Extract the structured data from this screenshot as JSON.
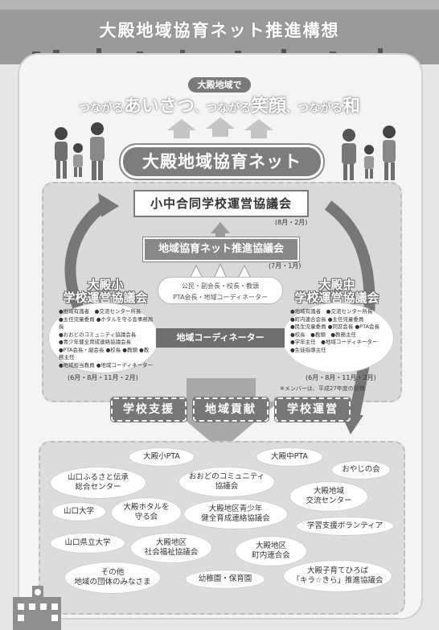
{
  "title": "大殿地域協育ネット推進構想",
  "badge": "大殿地域で",
  "slogan": {
    "p1": "つながる",
    "p2": "あいさつ",
    "p3": "、つながる",
    "p4": "笑顔",
    "p5": "、つながる",
    "p6": "和"
  },
  "network": "大殿地域協育ネット",
  "joint": {
    "label": "小中合同学校運営協議会",
    "period": "(8月・2月)"
  },
  "promotion": {
    "label": "地域協育ネット推進協議会",
    "period": "(7月・1月)"
  },
  "members_center": {
    "line1": "公民・副会長・校長・教頭",
    "line2": "PTA会長・地域コーディネーター"
  },
  "coordinator": "地域コーディネーター",
  "left_council": {
    "title1": "大殿小",
    "title2": "学校運営協議会",
    "members": [
      "●地域有識者　●交流センター所長",
      "●主任児童委員 ●ホタルを守る会事務局長",
      "●おおどのコミュニティ協議会長",
      "●青少年健全育成連絡協議会長",
      "●PTA会長・副会長 ●校長 ●教頭 ●教務主任",
      "●地域担当教員 ●地域コーディネーター"
    ],
    "period": "(6月・8月・11月・2月)"
  },
  "right_council": {
    "title1": "大殿中",
    "title2": "学校運営協議会",
    "members": [
      "●地域有識者　●交流センター所長",
      "●町内連合会長 ●主任児童委員",
      "●民生児童委員 ●同窓会長 ●PTA会長",
      "●校長　●教頭　●教務主任",
      "●学年主任　●地域コーディネーター",
      "●生徒指導主任"
    ],
    "period": "(6月・8月・11月・2月)"
  },
  "member_note": "※メンバーは、平成27年度の役職",
  "pills": [
    "学校支援",
    "地域貢献",
    "学校運営"
  ],
  "orgs": {
    "o1": "大殿小PTA",
    "o2": "大殿中PTA",
    "o3": "山口ふるさと伝承\n総合センター",
    "o4": "おおどのコミュニティ\n協議会",
    "o5": "おやじの会",
    "o6": "大殿地域\n交流センター",
    "o7": "山口大学",
    "o8": "大殿ホタルを\n守る会",
    "o9": "大殿地区青少年\n健全育成連絡協議会",
    "o10": "学習支援ボランティア",
    "o11": "山口県立大学",
    "o12": "大殿地区\n社会福祉協議会",
    "o13": "大殿地区\n町内連合会",
    "o14": "その他\n地域の団体のみなさま",
    "o15": "幼稚園・保育園",
    "o16": "大殿子育てひろば\n「キラ☆きら」推進協議会"
  },
  "colors": {
    "background": "#e6e6e6",
    "dark": "#777777",
    "panel": "#d9d9d9"
  }
}
